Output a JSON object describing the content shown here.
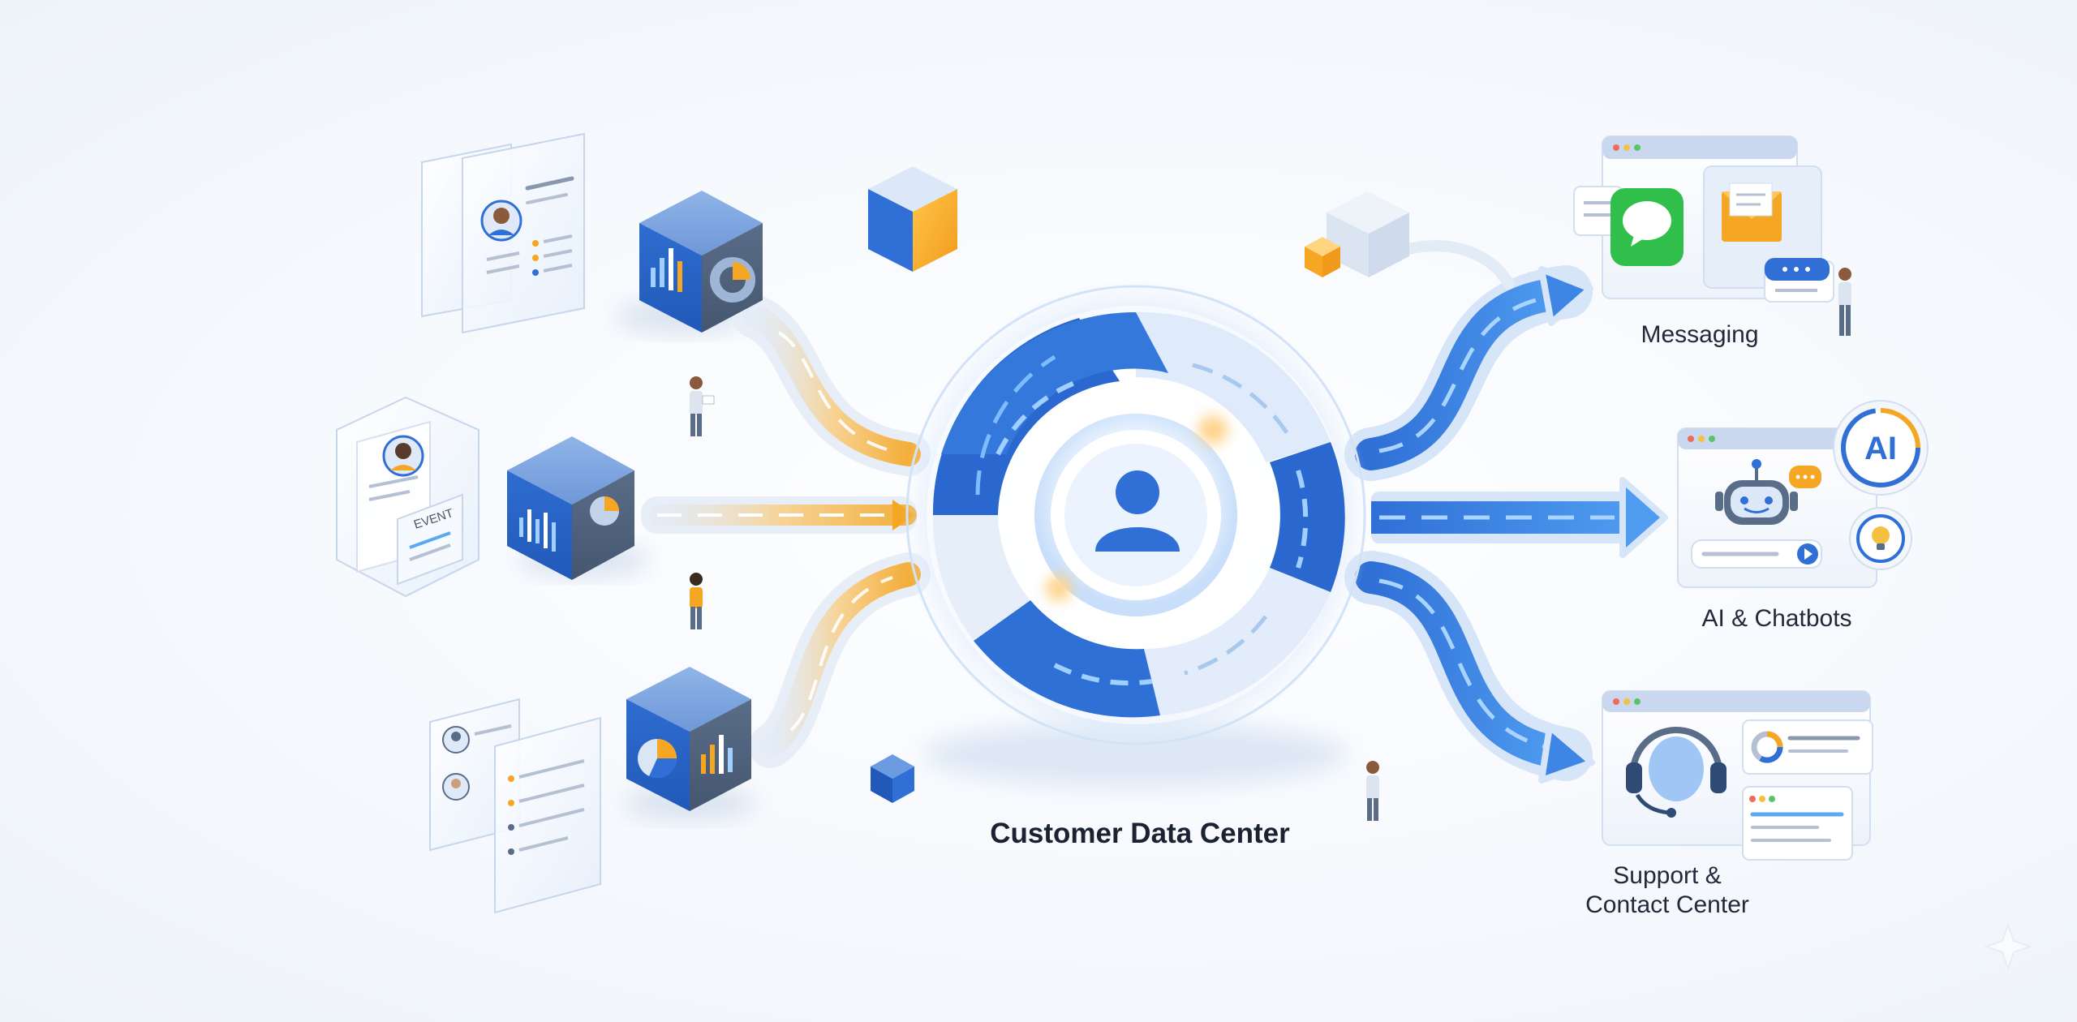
{
  "center": {
    "label": "Customer Data Center"
  },
  "event_tag": "EVENT",
  "outputs": {
    "messaging": {
      "label": "Messaging"
    },
    "ai": {
      "label": "AI & Chatbots",
      "badge": "AI"
    },
    "support": {
      "label_line1": "Support &",
      "label_line2": "Contact Center"
    }
  },
  "colors": {
    "primary_blue": "#2f6fd6",
    "light_blue": "#5aaaf0",
    "accent_orange": "#f5a623",
    "text_dark": "#1b2232",
    "green_chat": "#2fbf4a"
  }
}
